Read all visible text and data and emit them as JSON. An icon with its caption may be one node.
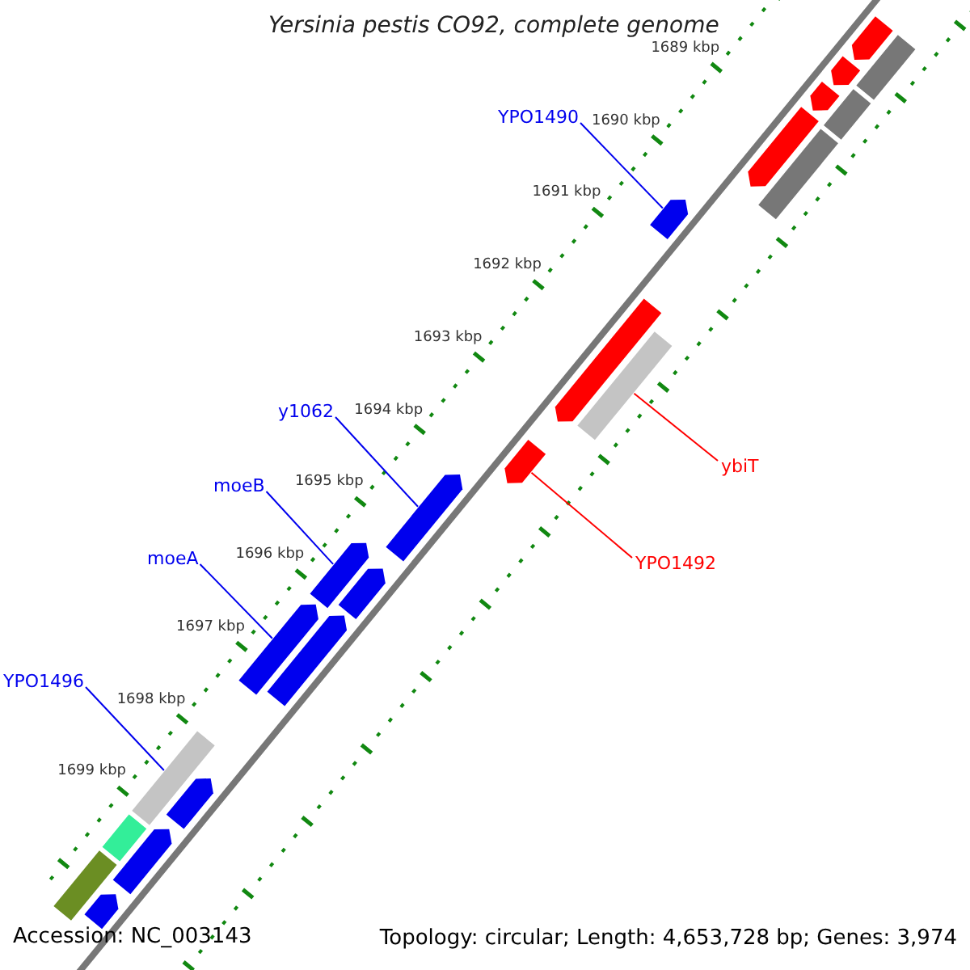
{
  "diagram": {
    "title": "Yersinia pestis CO92, complete genome",
    "nodes": [
      {
        "text": [
          "YPO1490"
        ]
      },
      {
        "text": [
          "y1062"
        ]
      },
      {
        "text": [
          "ybiT"
        ]
      },
      {
        "text": [
          "moeB"
        ]
      },
      {
        "text": [
          "moeA"
        ]
      },
      {
        "text": [
          "YPO1492"
        ]
      },
      {
        "text": [
          "YPO1496"
        ]
      },
      {
        "text": [],
        "shape": "bar"
      },
      {
        "text": [],
        "shape": "bar"
      },
      {
        "text": [],
        "shape": "bar"
      },
      {
        "text": [],
        "shape": "bar"
      },
      {
        "text": [],
        "shape": "bar"
      },
      {
        "text": [],
        "shape": "bar"
      },
      {
        "text": [],
        "shape": "bar"
      },
      {
        "text": [],
        "shape": "bar"
      },
      {
        "text": [],
        "shape": "bar"
      },
      {
        "text": [],
        "shape": "bar"
      },
      {
        "text": [],
        "shape": "bar"
      },
      {
        "text": [],
        "shape": "bar"
      },
      {
        "text": [],
        "shape": "bar"
      },
      {
        "text": [],
        "shape": "bar"
      },
      {
        "text": [],
        "shape": "bar"
      },
      {
        "text": [],
        "shape": "bar"
      },
      {
        "text": [],
        "shape": "bar"
      },
      {
        "text": [],
        "shape": "bar"
      },
      {
        "text": [],
        "shape": "bar"
      },
      {
        "text": [],
        "shape": "bar"
      },
      {
        "text": [],
        "shape": "bar"
      },
      {
        "text": [],
        "shape": "bar"
      }
    ],
    "edges": [
      {
        "from": 0,
        "to": 14,
        "arrow": "none"
      },
      {
        "from": 1,
        "to": 18,
        "arrow": "none"
      },
      {
        "from": 2,
        "to": 16,
        "arrow": "none",
        "color": "#ff0000"
      },
      {
        "from": 3,
        "to": 19,
        "arrow": "none"
      },
      {
        "from": 4,
        "to": 22,
        "arrow": "none"
      },
      {
        "from": 5,
        "to": 17,
        "arrow": "none",
        "color": "#ff0000"
      },
      {
        "from": 6,
        "to": 23,
        "arrow": "none"
      }
    ],
    "labels": [
      "1689 kbp",
      "1690 kbp",
      "1691 kbp",
      "1692 kbp",
      "1693 kbp",
      "1694 kbp",
      "1695 kbp",
      "1696 kbp",
      "1697 kbp",
      "1698 kbp",
      "1699 kbp",
      "Accession: NC_003143",
      "Topology: circular; Length: 4,653,728 bp; Genes: 3,974"
    ]
  }
}
